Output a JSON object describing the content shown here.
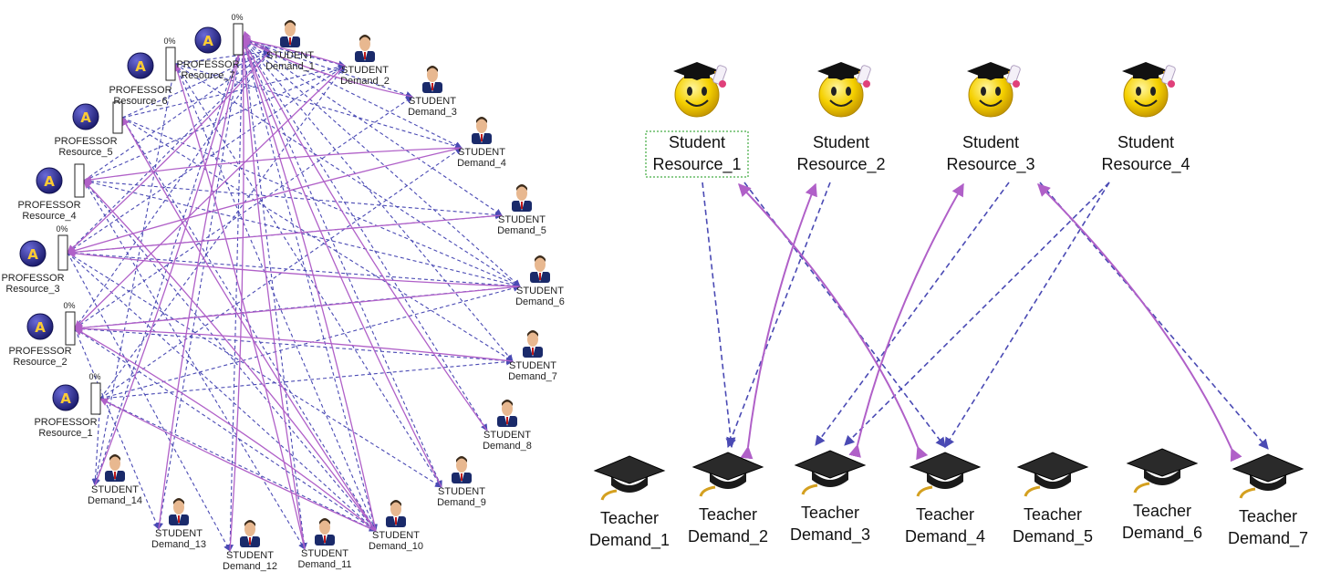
{
  "left_graph": {
    "professors": [
      {
        "id": "P1",
        "line1": "PROFESSOR",
        "line2": "Resource_1",
        "pct": "0%"
      },
      {
        "id": "P2",
        "line1": "PROFESSOR",
        "line2": "Resource_2",
        "pct": "0%"
      },
      {
        "id": "P3",
        "line1": "PROFESSOR",
        "line2": "Resource_3",
        "pct": "0%"
      },
      {
        "id": "P4",
        "line1": "PROFESSOR",
        "line2": "Resource_4",
        "pct": ""
      },
      {
        "id": "P5",
        "line1": "PROFESSOR",
        "line2": "Resource_5",
        "pct": ""
      },
      {
        "id": "P6",
        "line1": "PROFESSOR",
        "line2": "Resource_6",
        "pct": "0%"
      },
      {
        "id": "P7",
        "line1": "PROFESSOR",
        "line2": "Resource_7",
        "pct": "0%"
      }
    ],
    "students": [
      {
        "id": "S1",
        "line1": "STUDENT",
        "line2": "Demand_1"
      },
      {
        "id": "S2",
        "line1": "STUDENT",
        "line2": "Demand_2"
      },
      {
        "id": "S3",
        "line1": "STUDENT",
        "line2": "Demand_3"
      },
      {
        "id": "S4",
        "line1": "STUDENT",
        "line2": "Demand_4"
      },
      {
        "id": "S5",
        "line1": "STUDENT",
        "line2": "Demand_5"
      },
      {
        "id": "S6",
        "line1": "STUDENT",
        "line2": "Demand_6"
      },
      {
        "id": "S7",
        "line1": "STUDENT",
        "line2": "Demand_7"
      },
      {
        "id": "S8",
        "line1": "STUDENT",
        "line2": "Demand_8"
      },
      {
        "id": "S9",
        "line1": "STUDENT",
        "line2": "Demand_9"
      },
      {
        "id": "S10",
        "line1": "STUDENT",
        "line2": "Demand_10"
      },
      {
        "id": "S11",
        "line1": "STUDENT",
        "line2": "Demand_11"
      },
      {
        "id": "S12",
        "line1": "STUDENT",
        "line2": "Demand_12"
      },
      {
        "id": "S13",
        "line1": "STUDENT",
        "line2": "Demand_13"
      },
      {
        "id": "S14",
        "line1": "STUDENT",
        "line2": "Demand_14"
      }
    ],
    "dashed_links": [
      [
        "P7",
        "S1"
      ],
      [
        "P7",
        "S2"
      ],
      [
        "P7",
        "S3"
      ],
      [
        "P7",
        "S4"
      ],
      [
        "P7",
        "S5"
      ],
      [
        "P7",
        "S6"
      ],
      [
        "P7",
        "S7"
      ],
      [
        "P7",
        "S8"
      ],
      [
        "P7",
        "S9"
      ],
      [
        "P7",
        "S10"
      ],
      [
        "P7",
        "S11"
      ],
      [
        "P7",
        "S12"
      ],
      [
        "P7",
        "S13"
      ],
      [
        "P7",
        "S14"
      ],
      [
        "P6",
        "S1"
      ],
      [
        "P6",
        "S4"
      ],
      [
        "P6",
        "S6"
      ],
      [
        "P6",
        "S9"
      ],
      [
        "P6",
        "S10"
      ],
      [
        "P6",
        "S14"
      ],
      [
        "P5",
        "S1"
      ],
      [
        "P5",
        "S2"
      ],
      [
        "P5",
        "S6"
      ],
      [
        "P5",
        "S7"
      ],
      [
        "P5",
        "S10"
      ],
      [
        "P4",
        "S1"
      ],
      [
        "P4",
        "S2"
      ],
      [
        "P4",
        "S5"
      ],
      [
        "P4",
        "S6"
      ],
      [
        "P4",
        "S10"
      ],
      [
        "P4",
        "S11"
      ],
      [
        "P3",
        "S1"
      ],
      [
        "P3",
        "S2"
      ],
      [
        "P3",
        "S5"
      ],
      [
        "P3",
        "S6"
      ],
      [
        "P3",
        "S9"
      ],
      [
        "P3",
        "S10"
      ],
      [
        "P3",
        "S12"
      ],
      [
        "P2",
        "S1"
      ],
      [
        "P2",
        "S3"
      ],
      [
        "P2",
        "S6"
      ],
      [
        "P2",
        "S7"
      ],
      [
        "P2",
        "S10"
      ],
      [
        "P2",
        "S13"
      ],
      [
        "P1",
        "S2"
      ],
      [
        "P1",
        "S4"
      ],
      [
        "P1",
        "S6"
      ],
      [
        "P1",
        "S7"
      ],
      [
        "P1",
        "S10"
      ],
      [
        "P1",
        "S14"
      ]
    ],
    "solid_links": [
      [
        "S1",
        "P7"
      ],
      [
        "S2",
        "P7"
      ],
      [
        "S3",
        "P7"
      ],
      [
        "S4",
        "P3"
      ],
      [
        "S5",
        "P3"
      ],
      [
        "S6",
        "P3"
      ],
      [
        "S7",
        "P2"
      ],
      [
        "S6",
        "P2"
      ],
      [
        "S9",
        "P7"
      ],
      [
        "S10",
        "P7"
      ],
      [
        "S11",
        "P7"
      ],
      [
        "S12",
        "P7"
      ],
      [
        "S13",
        "P7"
      ],
      [
        "S14",
        "P7"
      ],
      [
        "S8",
        "P7"
      ],
      [
        "S10",
        "P4"
      ],
      [
        "S10",
        "P5"
      ],
      [
        "S11",
        "P6"
      ],
      [
        "S4",
        "P4"
      ],
      [
        "S1",
        "P3"
      ],
      [
        "S2",
        "P2"
      ],
      [
        "S10",
        "P2"
      ],
      [
        "S10",
        "P1"
      ]
    ]
  },
  "right_graph": {
    "resources": [
      {
        "id": "R1",
        "line1": "Student",
        "line2": "Resource_1"
      },
      {
        "id": "R2",
        "line1": "Student",
        "line2": "Resource_2"
      },
      {
        "id": "R3",
        "line1": "Student",
        "line2": "Resource_3"
      },
      {
        "id": "R4",
        "line1": "Student",
        "line2": "Resource_4"
      }
    ],
    "demands": [
      {
        "id": "T1",
        "line1": "Teacher",
        "line2": "Demand_1"
      },
      {
        "id": "T2",
        "line1": "Teacher",
        "line2": "Demand_2"
      },
      {
        "id": "T3",
        "line1": "Teacher",
        "line2": "Demand_3"
      },
      {
        "id": "T4",
        "line1": "Teacher",
        "line2": "Demand_4"
      },
      {
        "id": "T5",
        "line1": "Teacher",
        "line2": "Demand_5"
      },
      {
        "id": "T6",
        "line1": "Teacher",
        "line2": "Demand_6"
      },
      {
        "id": "T7",
        "line1": "Teacher",
        "line2": "Demand_7"
      }
    ],
    "dashed_links": [
      [
        "R1",
        "T2"
      ],
      [
        "R1",
        "T4"
      ],
      [
        "R2",
        "T2"
      ],
      [
        "R3",
        "T3"
      ],
      [
        "R4",
        "T4"
      ],
      [
        "R4",
        "T3"
      ],
      [
        "R3",
        "T7"
      ]
    ],
    "solid_links": [
      [
        "T2",
        "R2"
      ],
      [
        "T3",
        "R3"
      ],
      [
        "T4",
        "R1"
      ],
      [
        "T7",
        "R3"
      ]
    ]
  },
  "colors": {
    "dashed_edge": "#4a4ab4",
    "solid_edge": "#b060c8",
    "professor_icon": "#2a2a8a",
    "student_suit": "#1a2a6a",
    "smiley": "#f5d000",
    "cap": "#111111",
    "selection_box": "#66bb66"
  },
  "icons": {
    "professor": "professor-a-icon",
    "student": "student-person-icon",
    "resource": "graduate-smiley-icon",
    "demand": "mortarboard-icon"
  }
}
